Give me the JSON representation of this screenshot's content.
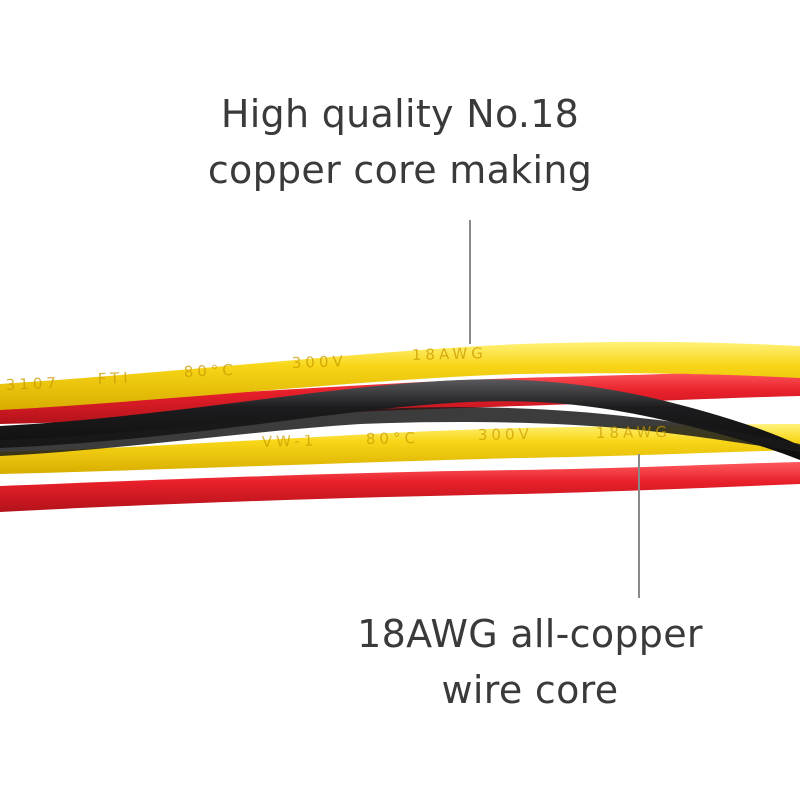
{
  "captions": {
    "top": {
      "line1": "High quality No.18",
      "line2": "copper core making"
    },
    "bottom": {
      "line1": "18AWG all-copper",
      "line2": "wire core"
    }
  },
  "cable_print": {
    "upper_yellow": [
      "3107",
      "FTI",
      "80°C",
      "300V",
      "18AWG"
    ],
    "lower_yellow": [
      "VW-1",
      "80°C",
      "300V",
      "18AWG"
    ]
  },
  "colors": {
    "yellow_wire": "#f7d117",
    "red_wire": "#e8202a",
    "black_wire": "#1c1c1e",
    "caption_text": "#3a3a3a",
    "pointer_line": "#8a8a8a",
    "background": "#ffffff"
  }
}
